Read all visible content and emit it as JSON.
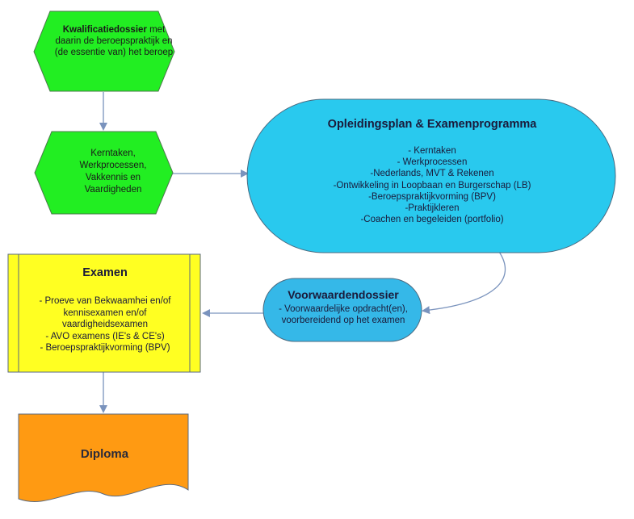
{
  "kwalificatiedossier": {
    "bold": "Kwalificatiedossier",
    "rest": " met daarin de beroepspraktijk en (de essentie van) het beroep"
  },
  "kerntaken_box": {
    "lines": [
      "Kerntaken,",
      "Werkprocessen,",
      "Vakkennis en",
      "Vaardigheden"
    ]
  },
  "opleidingsplan": {
    "title": "Opleidingsplan & Examenprogramma",
    "items": [
      "- Kerntaken",
      "- Werkprocessen",
      "-Nederlands, MVT & Rekenen",
      "-Ontwikkeling in Loopbaan en Burgerschap (LB)",
      "-Beroepspraktijkvorming (BPV)",
      "-Praktijkleren",
      "-Coachen en begeleiden (portfolio)"
    ]
  },
  "examen": {
    "title": "Examen",
    "items": [
      "- Proeve van Bekwaamhei en/of",
      "kennisexamen en/of",
      "vaardigheidsexamen",
      "- AVO examens (IE's & CE's)",
      "- Beroepspraktijkvorming (BPV)"
    ]
  },
  "voorwaardendossier": {
    "title": "Voorwaardendossier",
    "items": [
      "- Voorwaardelijke opdracht(en),",
      "voorbereidend op het examen"
    ]
  },
  "diploma": {
    "label": "Diploma"
  },
  "colors": {
    "green": "#22ee22",
    "cyan": "#29c9ee",
    "blue_pill": "#35b8e8",
    "yellow": "#ffff22",
    "orange": "#ff9a12",
    "arrow": "#7a93bd",
    "border": "#5a6a80"
  }
}
